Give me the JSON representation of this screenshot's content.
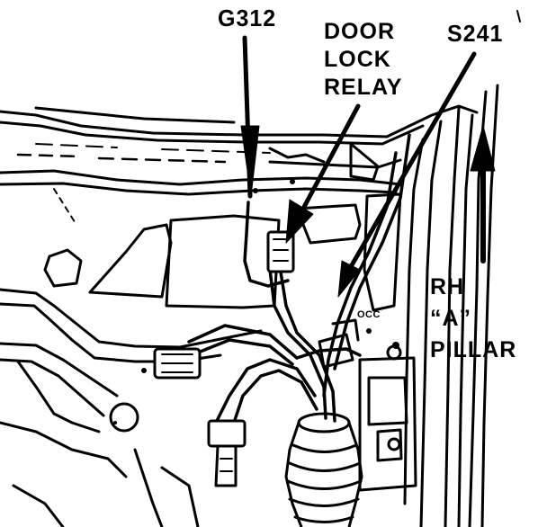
{
  "diagram": {
    "callouts": {
      "g312": "G312",
      "door_lock_relay": [
        "DOOR",
        "LOCK",
        "RELAY"
      ],
      "s241": "S241",
      "rh_a_pillar": [
        "RH",
        "“A”",
        "PILLAR"
      ]
    },
    "small_marking": "OCC",
    "colors": {
      "ink": "#000000",
      "paper": "#ffffff"
    }
  }
}
